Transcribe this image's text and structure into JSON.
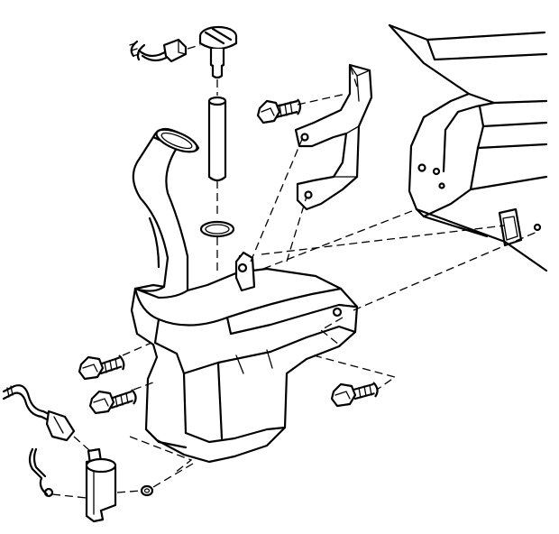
{
  "diagram": {
    "parts": [
      "washer-fluid-reservoir",
      "filler-neck",
      "fluid-level-sensor",
      "o-ring-seal",
      "sensor-connector",
      "mounting-bracket",
      "bracket-bolt",
      "reservoir-bolt-upper",
      "reservoir-bolt-lower",
      "reservoir-bolt-right",
      "washer-pump",
      "pump-grommet",
      "pump-connector",
      "vehicle-body-panel"
    ],
    "colors": {
      "line": "#000000",
      "background": "#ffffff",
      "rubber": "#6e6e6e"
    }
  }
}
